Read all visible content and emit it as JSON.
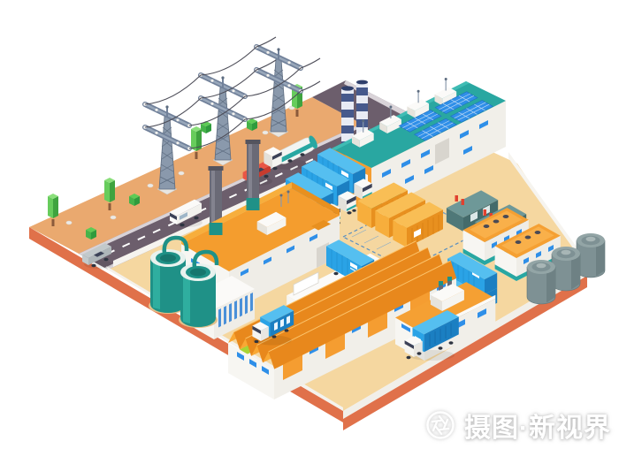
{
  "watermark": {
    "text": "摄图·新视界",
    "icon": "aperture-icon"
  },
  "scene": {
    "title": "Isometric industrial factory zone illustration",
    "background_color": "#ffffff",
    "elements": [
      "power-transmission-towers",
      "power-lines",
      "sand-corridor",
      "road-with-vehicles",
      "teal-roof-factory-with-solar-panels",
      "striped-chimneys",
      "orange-roof-factory",
      "factory-chimneys",
      "storage-tanks-teal",
      "storage-tanks-gray",
      "generator-houses",
      "generator-units",
      "parked-container-trucks",
      "orange-shipping-containers",
      "blue-shipping-containers",
      "sawtooth-roof-warehouse",
      "rooftop-unit-building",
      "box-trucks",
      "tanker-truck",
      "red-car",
      "white-van",
      "gray-pickup",
      "trees",
      "bushes",
      "pebbles",
      "grass-strip"
    ]
  },
  "palette": {
    "sand": "#EAA96F",
    "yard": "#F5D7A0",
    "road": "#6C5E6C",
    "sidewalk": "#D9D3D8",
    "platform_edge": "#E0714A",
    "steel": "#8A99AC",
    "wire": "#4D4D58",
    "tree_green": "#54BE4E",
    "teal_roof": "#29A7A1",
    "teal_tank": "#1F9187",
    "solar_blue": "#2F8FE8",
    "container_blue": "#2AA3E6",
    "container_blue_dark": "#1B7FC2",
    "container_orange": "#E8901F",
    "orange_wall": "#F59D31",
    "red_sign": "#E8432B",
    "white_wall": "#F7F6F2",
    "grass": "#A8D435",
    "gray_tank": "#7E9194",
    "generator_teal": "#4F7878"
  }
}
